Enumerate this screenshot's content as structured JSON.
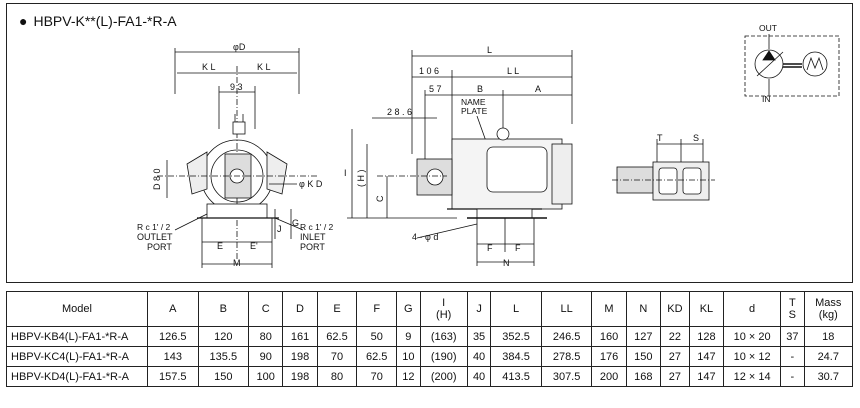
{
  "title": "HBPV-K**(L)-FA1-*R-A",
  "symbol": {
    "out_label": "OUT",
    "in_label": "IN"
  },
  "front_view": {
    "dim_phiD": "φD",
    "dim_KL_left": "K L",
    "dim_KL_right": "K L",
    "dim_93": "9 3",
    "dim_D80": "D 8 0",
    "dim_phiKD": "φ K D",
    "outlet_thread": "R c 1' / 2",
    "outlet_label_1": "OUTLET",
    "outlet_label_2": "PORT",
    "inlet_thread": "R c 1' / 2",
    "inlet_label_1": "INLET",
    "inlet_label_2": "PORT",
    "dim_J": "J",
    "dim_G": "G",
    "dim_E": "E",
    "dim_E2": "E'",
    "dim_M": "M"
  },
  "side_view": {
    "dim_L": "L",
    "dim_106": "1 0 6",
    "dim_LL": "L L",
    "dim_57": "5 7",
    "dim_B": "B",
    "dim_A": "A",
    "name_plate_1": "NAME",
    "name_plate_2": "PLATE",
    "dim_286": "2 8 . 6",
    "dim_I": "I",
    "dim_H": "( H )",
    "dim_C": "C",
    "dim_4phid": "4 - φ d",
    "dim_F1": "F",
    "dim_F2": "F",
    "dim_N": "N"
  },
  "top_view": {
    "dim_T": "T",
    "dim_S": "S"
  },
  "table": {
    "headers": [
      {
        "line1": "Model",
        "line2": ""
      },
      {
        "line1": "A",
        "line2": ""
      },
      {
        "line1": "B",
        "line2": ""
      },
      {
        "line1": "C",
        "line2": ""
      },
      {
        "line1": "D",
        "line2": ""
      },
      {
        "line1": "E",
        "line2": ""
      },
      {
        "line1": "F",
        "line2": ""
      },
      {
        "line1": "G",
        "line2": ""
      },
      {
        "line1": "I",
        "line2": "(H)"
      },
      {
        "line1": "J",
        "line2": ""
      },
      {
        "line1": "L",
        "line2": ""
      },
      {
        "line1": "LL",
        "line2": ""
      },
      {
        "line1": "M",
        "line2": ""
      },
      {
        "line1": "N",
        "line2": ""
      },
      {
        "line1": "KD",
        "line2": ""
      },
      {
        "line1": "KL",
        "line2": ""
      },
      {
        "line1": "d",
        "line2": ""
      },
      {
        "line1": "T",
        "line2": "S"
      },
      {
        "line1": "Mass",
        "line2": "(kg)"
      }
    ],
    "rows": [
      [
        "HBPV-KB4(L)-FA1-*R-A",
        "126.5",
        "120",
        "80",
        "161",
        "62.5",
        "50",
        "9",
        "(163)",
        "35",
        "352.5",
        "246.5",
        "160",
        "127",
        "22",
        "128",
        "10 × 20",
        "37",
        "18"
      ],
      [
        "HBPV-KC4(L)-FA1-*R-A",
        "143",
        "135.5",
        "90",
        "198",
        "70",
        "62.5",
        "10",
        "(190)",
        "40",
        "384.5",
        "278.5",
        "176",
        "150",
        "27",
        "147",
        "10 × 12",
        "-",
        "24.7"
      ],
      [
        "HBPV-KD4(L)-FA1-*R-A",
        "157.5",
        "150",
        "100",
        "198",
        "80",
        "70",
        "12",
        "(200)",
        "40",
        "413.5",
        "307.5",
        "200",
        "168",
        "27",
        "147",
        "12 × 14",
        "-",
        "30.7"
      ]
    ]
  }
}
